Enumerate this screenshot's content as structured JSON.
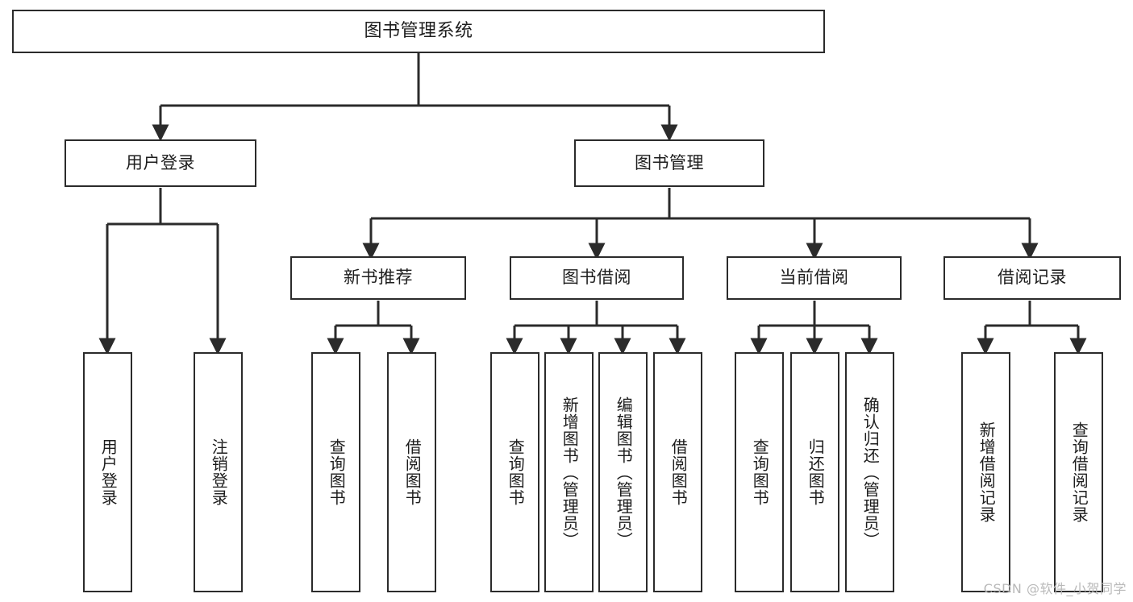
{
  "diagram": {
    "title": "图书管理系统",
    "type": "tree",
    "orientation": "top-down",
    "background_color": "#ffffff",
    "line_color": "#2b2b2b",
    "text_color": "#1d1d1d",
    "nodes": {
      "root": {
        "label": "图书管理系统",
        "level": 1,
        "text_direction": "horizontal"
      },
      "l2": [
        {
          "id": "user-login",
          "label": "用户登录",
          "level": 2,
          "text_direction": "horizontal"
        },
        {
          "id": "book-manage",
          "label": "图书管理",
          "level": 2,
          "text_direction": "horizontal"
        }
      ],
      "l3": [
        {
          "id": "new-book-recommend",
          "label": "新书推荐",
          "level": 3,
          "text_direction": "horizontal"
        },
        {
          "id": "book-borrow",
          "label": "图书借阅",
          "level": 3,
          "text_direction": "horizontal"
        },
        {
          "id": "current-borrow",
          "label": "当前借阅",
          "level": 3,
          "text_direction": "horizontal"
        },
        {
          "id": "borrow-record",
          "label": "借阅记录",
          "level": 3,
          "text_direction": "horizontal"
        }
      ],
      "leaves": [
        {
          "id": "leaf-user-login",
          "label": "用户登录",
          "parent": "user-login",
          "text_direction": "vertical"
        },
        {
          "id": "leaf-logout",
          "label": "注销登录",
          "parent": "user-login",
          "text_direction": "vertical"
        },
        {
          "id": "leaf-query-book-1",
          "label": "查询图书",
          "parent": "new-book-recommend",
          "text_direction": "vertical"
        },
        {
          "id": "leaf-borrow-book-1",
          "label": "借阅图书",
          "parent": "new-book-recommend",
          "text_direction": "vertical"
        },
        {
          "id": "leaf-query-book-2",
          "label": "查询图书",
          "parent": "book-borrow",
          "text_direction": "vertical"
        },
        {
          "id": "leaf-add-book",
          "label": "新增图书（管理员）",
          "parent": "book-borrow",
          "text_direction": "vertical"
        },
        {
          "id": "leaf-edit-book",
          "label": "编辑图书（管理员）",
          "parent": "book-borrow",
          "text_direction": "vertical"
        },
        {
          "id": "leaf-borrow-book-2",
          "label": "借阅图书",
          "parent": "book-borrow",
          "text_direction": "vertical"
        },
        {
          "id": "leaf-query-book-3",
          "label": "查询图书",
          "parent": "current-borrow",
          "text_direction": "vertical"
        },
        {
          "id": "leaf-return-book",
          "label": "归还图书",
          "parent": "current-borrow",
          "text_direction": "vertical"
        },
        {
          "id": "leaf-confirm-return",
          "label": "确认归还（管理员）",
          "parent": "current-borrow",
          "text_direction": "vertical"
        },
        {
          "id": "leaf-add-record",
          "label": "新增借阅记录",
          "parent": "borrow-record",
          "text_direction": "vertical"
        },
        {
          "id": "leaf-query-record",
          "label": "查询借阅记录",
          "parent": "borrow-record",
          "text_direction": "vertical"
        }
      ]
    }
  },
  "watermark": {
    "text": "CSDN @软件_小贺同学"
  }
}
